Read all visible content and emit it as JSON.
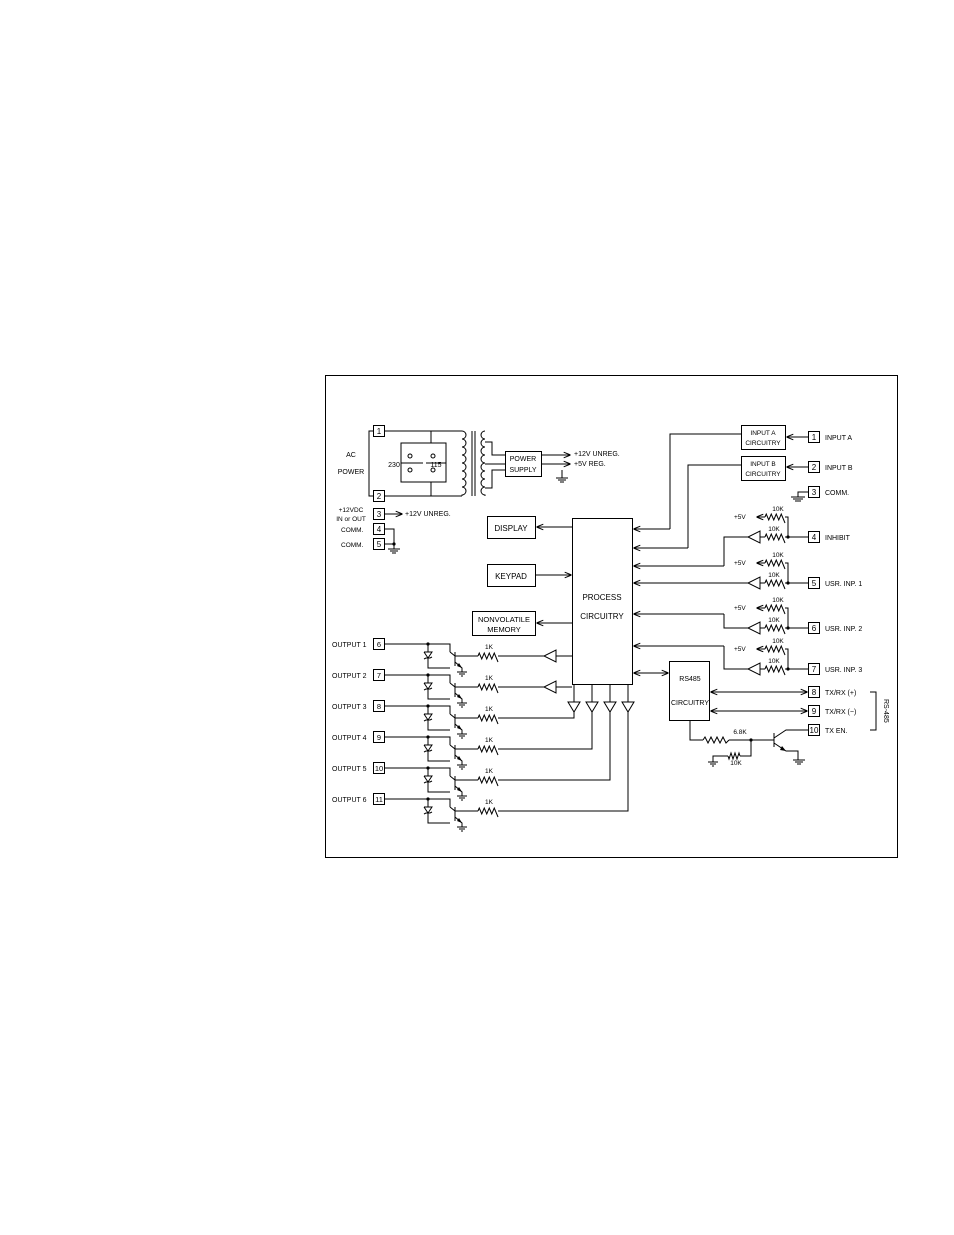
{
  "ac_power": {
    "label_line1": "AC",
    "label_line2": "POWER",
    "terminal_top": "1",
    "terminal_bottom": "2",
    "tap_230": "230",
    "tap_115": "115"
  },
  "power_supply": {
    "label_line1": "POWER",
    "label_line2": "SUPPLY",
    "out_12v": "+12V UNREG.",
    "out_5v": "+5V REG."
  },
  "dc_power": {
    "label_line1": "+12VDC",
    "label_line2": "IN or OUT",
    "terminal_3": "3",
    "out_12v": "+12V UNREG.",
    "comm_label_4": "COMM.",
    "terminal_4": "4",
    "comm_label_5": "COMM.",
    "terminal_5": "5"
  },
  "blocks": {
    "display": "DISPLAY",
    "keypad": "KEYPAD",
    "memory_line1": "NONVOLATILE",
    "memory_line2": "MEMORY",
    "process_line1": "PROCESS",
    "process_line2": "CIRCUITRY",
    "rs485_line1": "RS485",
    "rs485_line2": "CIRCUITRY"
  },
  "input_a": {
    "block_line1": "INPUT A",
    "block_line2": "CIRCUITRY",
    "terminal": "1",
    "label": "INPUT A"
  },
  "input_b": {
    "block_line1": "INPUT B",
    "block_line2": "CIRCUITRY",
    "terminal": "2",
    "label": "INPUT B"
  },
  "comm3": {
    "terminal": "3",
    "label": "COMM."
  },
  "user_inputs": [
    {
      "terminal": "4",
      "label": "INHIBIT",
      "vcc": "+5V",
      "r_top": "10K",
      "r_bottom": "10K"
    },
    {
      "terminal": "5",
      "label": "USR. INP. 1",
      "vcc": "+5V",
      "r_top": "10K",
      "r_bottom": "10K"
    },
    {
      "terminal": "6",
      "label": "USR. INP. 2",
      "vcc": "+5V",
      "r_top": "10K",
      "r_bottom": "10K"
    },
    {
      "terminal": "7",
      "label": "USR. INP. 3",
      "vcc": "+5V",
      "r_top": "10K",
      "r_bottom": "10K"
    }
  ],
  "outputs": [
    {
      "label": "OUTPUT 1",
      "terminal": "6",
      "resistor": "1K"
    },
    {
      "label": "OUTPUT 2",
      "terminal": "7",
      "resistor": "1K"
    },
    {
      "label": "OUTPUT 3",
      "terminal": "8",
      "resistor": "1K"
    },
    {
      "label": "OUTPUT 4",
      "terminal": "9",
      "resistor": "1K"
    },
    {
      "label": "OUTPUT 5",
      "terminal": "10",
      "resistor": "1K"
    },
    {
      "label": "OUTPUT 6",
      "terminal": "11",
      "resistor": "1K"
    }
  ],
  "rs485": {
    "bus_label": "RS-485",
    "lines": [
      {
        "terminal": "8",
        "label": "TX/RX (+)"
      },
      {
        "terminal": "9",
        "label": "TX/RX (−)"
      },
      {
        "terminal": "10",
        "label": "TX EN."
      }
    ],
    "r1": "6.8K",
    "r2": "10K"
  }
}
